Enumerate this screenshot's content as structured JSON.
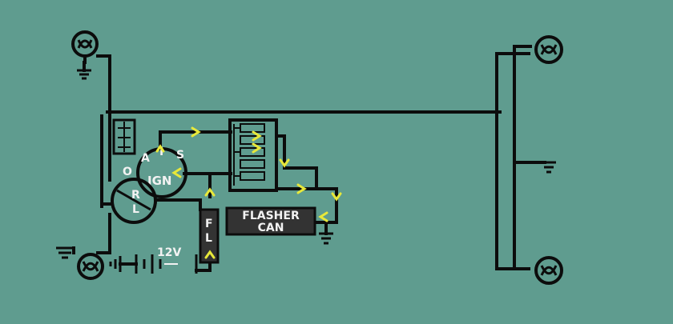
{
  "colors": {
    "background": "#5f9c8f",
    "wire": "#0c0c0c",
    "label_text": "#f2f2f2",
    "current_arrow": "#e8e83a",
    "flasher_fill": "#333333"
  },
  "labels": {
    "ign_a": "A",
    "ign_i": "I",
    "ign_s": "S",
    "ign_o": "O",
    "ign_name": "IGN",
    "relay_r": "R",
    "relay_l": "L",
    "fuse_f": "F",
    "fuse_l": "L",
    "battery": "12V",
    "flasher_line1": "FLASHER",
    "flasher_line2": "CAN"
  },
  "icons": {
    "lamp": "lamp-bulb-icon",
    "ground": "ground-icon",
    "battery": "battery-icon",
    "arrow": "current-arrow-icon"
  }
}
